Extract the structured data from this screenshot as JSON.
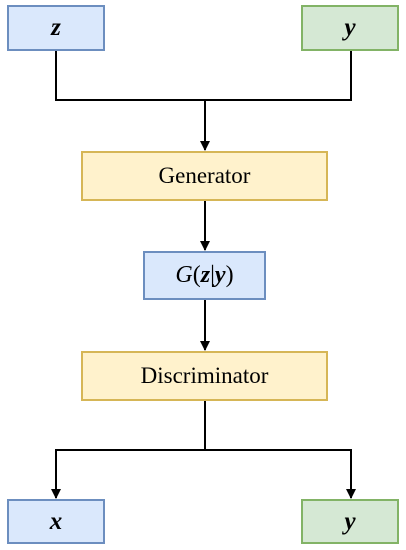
{
  "nodes": {
    "z": {
      "label": "z"
    },
    "y_top": {
      "label": "y"
    },
    "generator": {
      "label": "Generator"
    },
    "conditional_output": {
      "func": "G",
      "open": "(",
      "z": "z",
      "bar": "|",
      "y": "y",
      "close": ")"
    },
    "discriminator": {
      "label": "Discriminator"
    },
    "x": {
      "label": "x"
    },
    "y_bottom": {
      "label": "y"
    }
  },
  "colors": {
    "blue_fill": "#dae8fc",
    "blue_stroke": "#6c8ebf",
    "green_fill": "#d5e8d4",
    "green_stroke": "#82b366",
    "yellow_fill": "#fff2cc",
    "yellow_stroke": "#d6b656",
    "edge": "#000000"
  }
}
